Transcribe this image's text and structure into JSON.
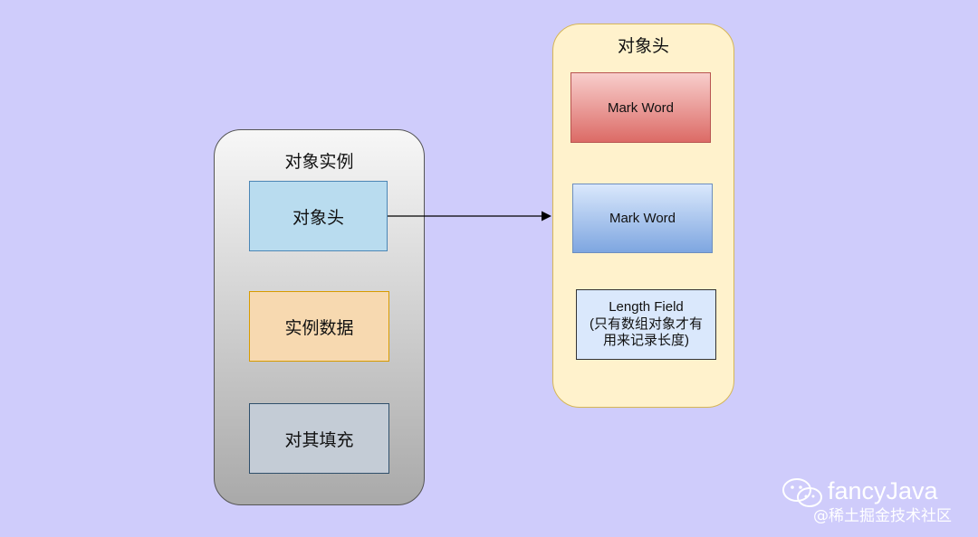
{
  "instance": {
    "title": "对象实例",
    "items": [
      "对象头",
      "实例数据",
      "对其填充"
    ]
  },
  "object_header": {
    "title": "对象头",
    "mark_word_1": "Mark Word",
    "mark_word_2": "Mark Word",
    "length_field_line1": "Length Field",
    "length_field_line2": "(只有数组对象才有",
    "length_field_line3": "用来记录长度)"
  },
  "watermark": {
    "brand": "fancyJava",
    "site": "@稀土掘金技术社区",
    "icon": "wechat-icon"
  },
  "colors": {
    "background": "#cfccfb",
    "instance_fill_top": "#f7f7f7",
    "instance_fill_bottom": "#a9a9a9",
    "header_container_fill": "#fff2cc",
    "header_box": "#b9dcef",
    "data_box": "#f7d9b0",
    "padding_box": "#c4ccd6",
    "mark_word_red": "#dc6b66",
    "mark_word_blue": "#7ea6e0",
    "length_field": "#dae8fc"
  }
}
